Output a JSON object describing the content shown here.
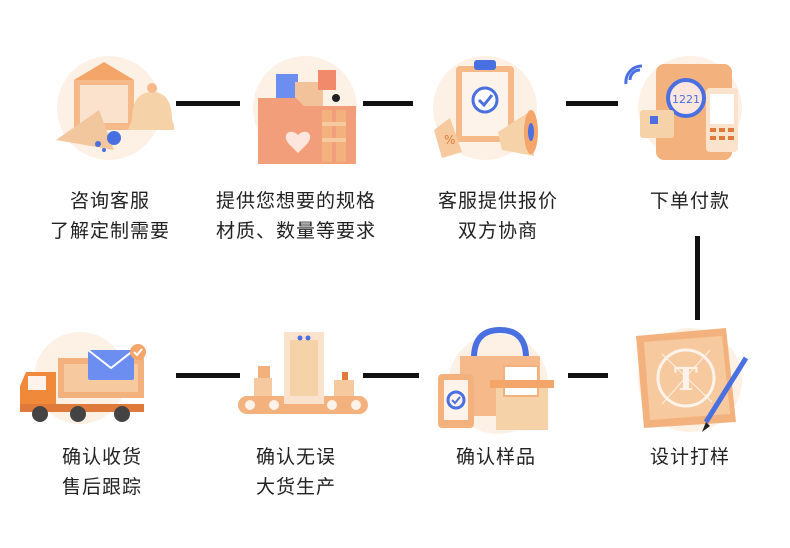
{
  "steps": [
    {
      "line1": "咨询客服",
      "line2": "了解定制需要"
    },
    {
      "line1": "提供您想要的规格",
      "line2": "材质、数量等要求"
    },
    {
      "line1": "客服提供报价",
      "line2": "双方协商"
    },
    {
      "line1": "下单付款",
      "line2": ""
    },
    {
      "line1": "设计打样",
      "line2": ""
    },
    {
      "line1": "确认样品",
      "line2": ""
    },
    {
      "line1": "确认无误",
      "line2": "大货生产"
    },
    {
      "line1": "确认收货",
      "line2": "售后跟踪"
    }
  ],
  "icons": {
    "step1": "mail-bell-icon",
    "step2": "folder-heart-icon",
    "step3": "clipboard-megaphone-icon",
    "step4": "payment-terminal-icon",
    "step4_number": "1221",
    "step5": "design-blueprint-icon",
    "step6": "shopping-bag-icon",
    "step7": "production-line-icon",
    "step8": "delivery-truck-icon"
  },
  "colors": {
    "accent_orange": "#f0a060",
    "accent_light": "#fbe2cc",
    "accent_dark": "#e07a3a",
    "accent_blue": "#4a6fe0",
    "connector": "#111111"
  }
}
